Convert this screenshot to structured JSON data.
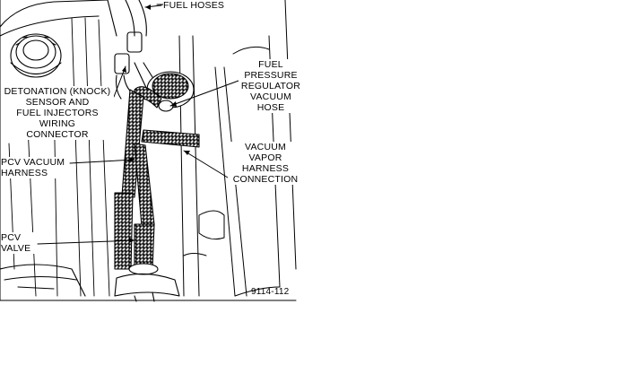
{
  "diagram": {
    "figure_id": "9114-112",
    "labels": {
      "fuel_hoses": [
        "FUEL HOSES"
      ],
      "regulator_hose": [
        "FUEL",
        "PRESSURE",
        "REGULATOR",
        "VACUUM",
        "HOSE"
      ],
      "knock_sensor": [
        "DETONATION (KNOCK)",
        "SENSOR AND",
        "FUEL INJECTORS",
        "WIRING",
        "CONNECTOR"
      ],
      "vacuum_vapor": [
        "VACUUM",
        "VAPOR",
        "HARNESS",
        "CONNECTION"
      ],
      "pcv_harness": [
        "PCV VACUUM",
        "HARNESS"
      ],
      "pcv_valve": [
        "PCV",
        "VALVE"
      ]
    }
  }
}
